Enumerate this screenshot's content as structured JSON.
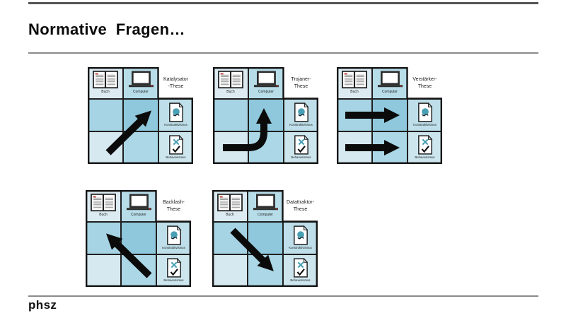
{
  "slide": {
    "title": "Normative Fragen…",
    "footer_logo": "phsz"
  },
  "labels": {
    "book": "Buch",
    "computer": "Computer",
    "konstruktivismus": "Konstruktivismus",
    "behaviorismus": "Behaviorismus"
  },
  "theses": [
    {
      "id": "katalysator",
      "label": "Katalysator\n-These",
      "arrow": "diagonal-up-right"
    },
    {
      "id": "trojaner",
      "label": "Trojaner-\nThese",
      "arrow": "curve-right-then-up"
    },
    {
      "id": "verstaerker",
      "label": "Verstärker-\nThese",
      "arrow": "double-right"
    },
    {
      "id": "backlash",
      "label": "Backlash-\nThese",
      "arrow": "diagonal-up-left"
    },
    {
      "id": "datattraktor",
      "label": "Datattraktor-\nThese",
      "arrow": "diagonal-down-right"
    }
  ],
  "colors": {
    "cell-book": "#dcebf1",
    "cell-computer": "#b7dde9",
    "cell-k-book": "#a6d4e4",
    "cell-k-comp": "#8fc8dc",
    "cell-b-book": "#d6e9f0",
    "cell-b-comp": "#abd7e6",
    "cell-icon-k": "#bedfea",
    "cell-icon-b": "#cde6ee",
    "arrow": "#0b0b0b",
    "teal": "#49a0b4",
    "red": "#c0392b",
    "line-gray": "#8a8a8a",
    "border": "#1f1f1f"
  }
}
